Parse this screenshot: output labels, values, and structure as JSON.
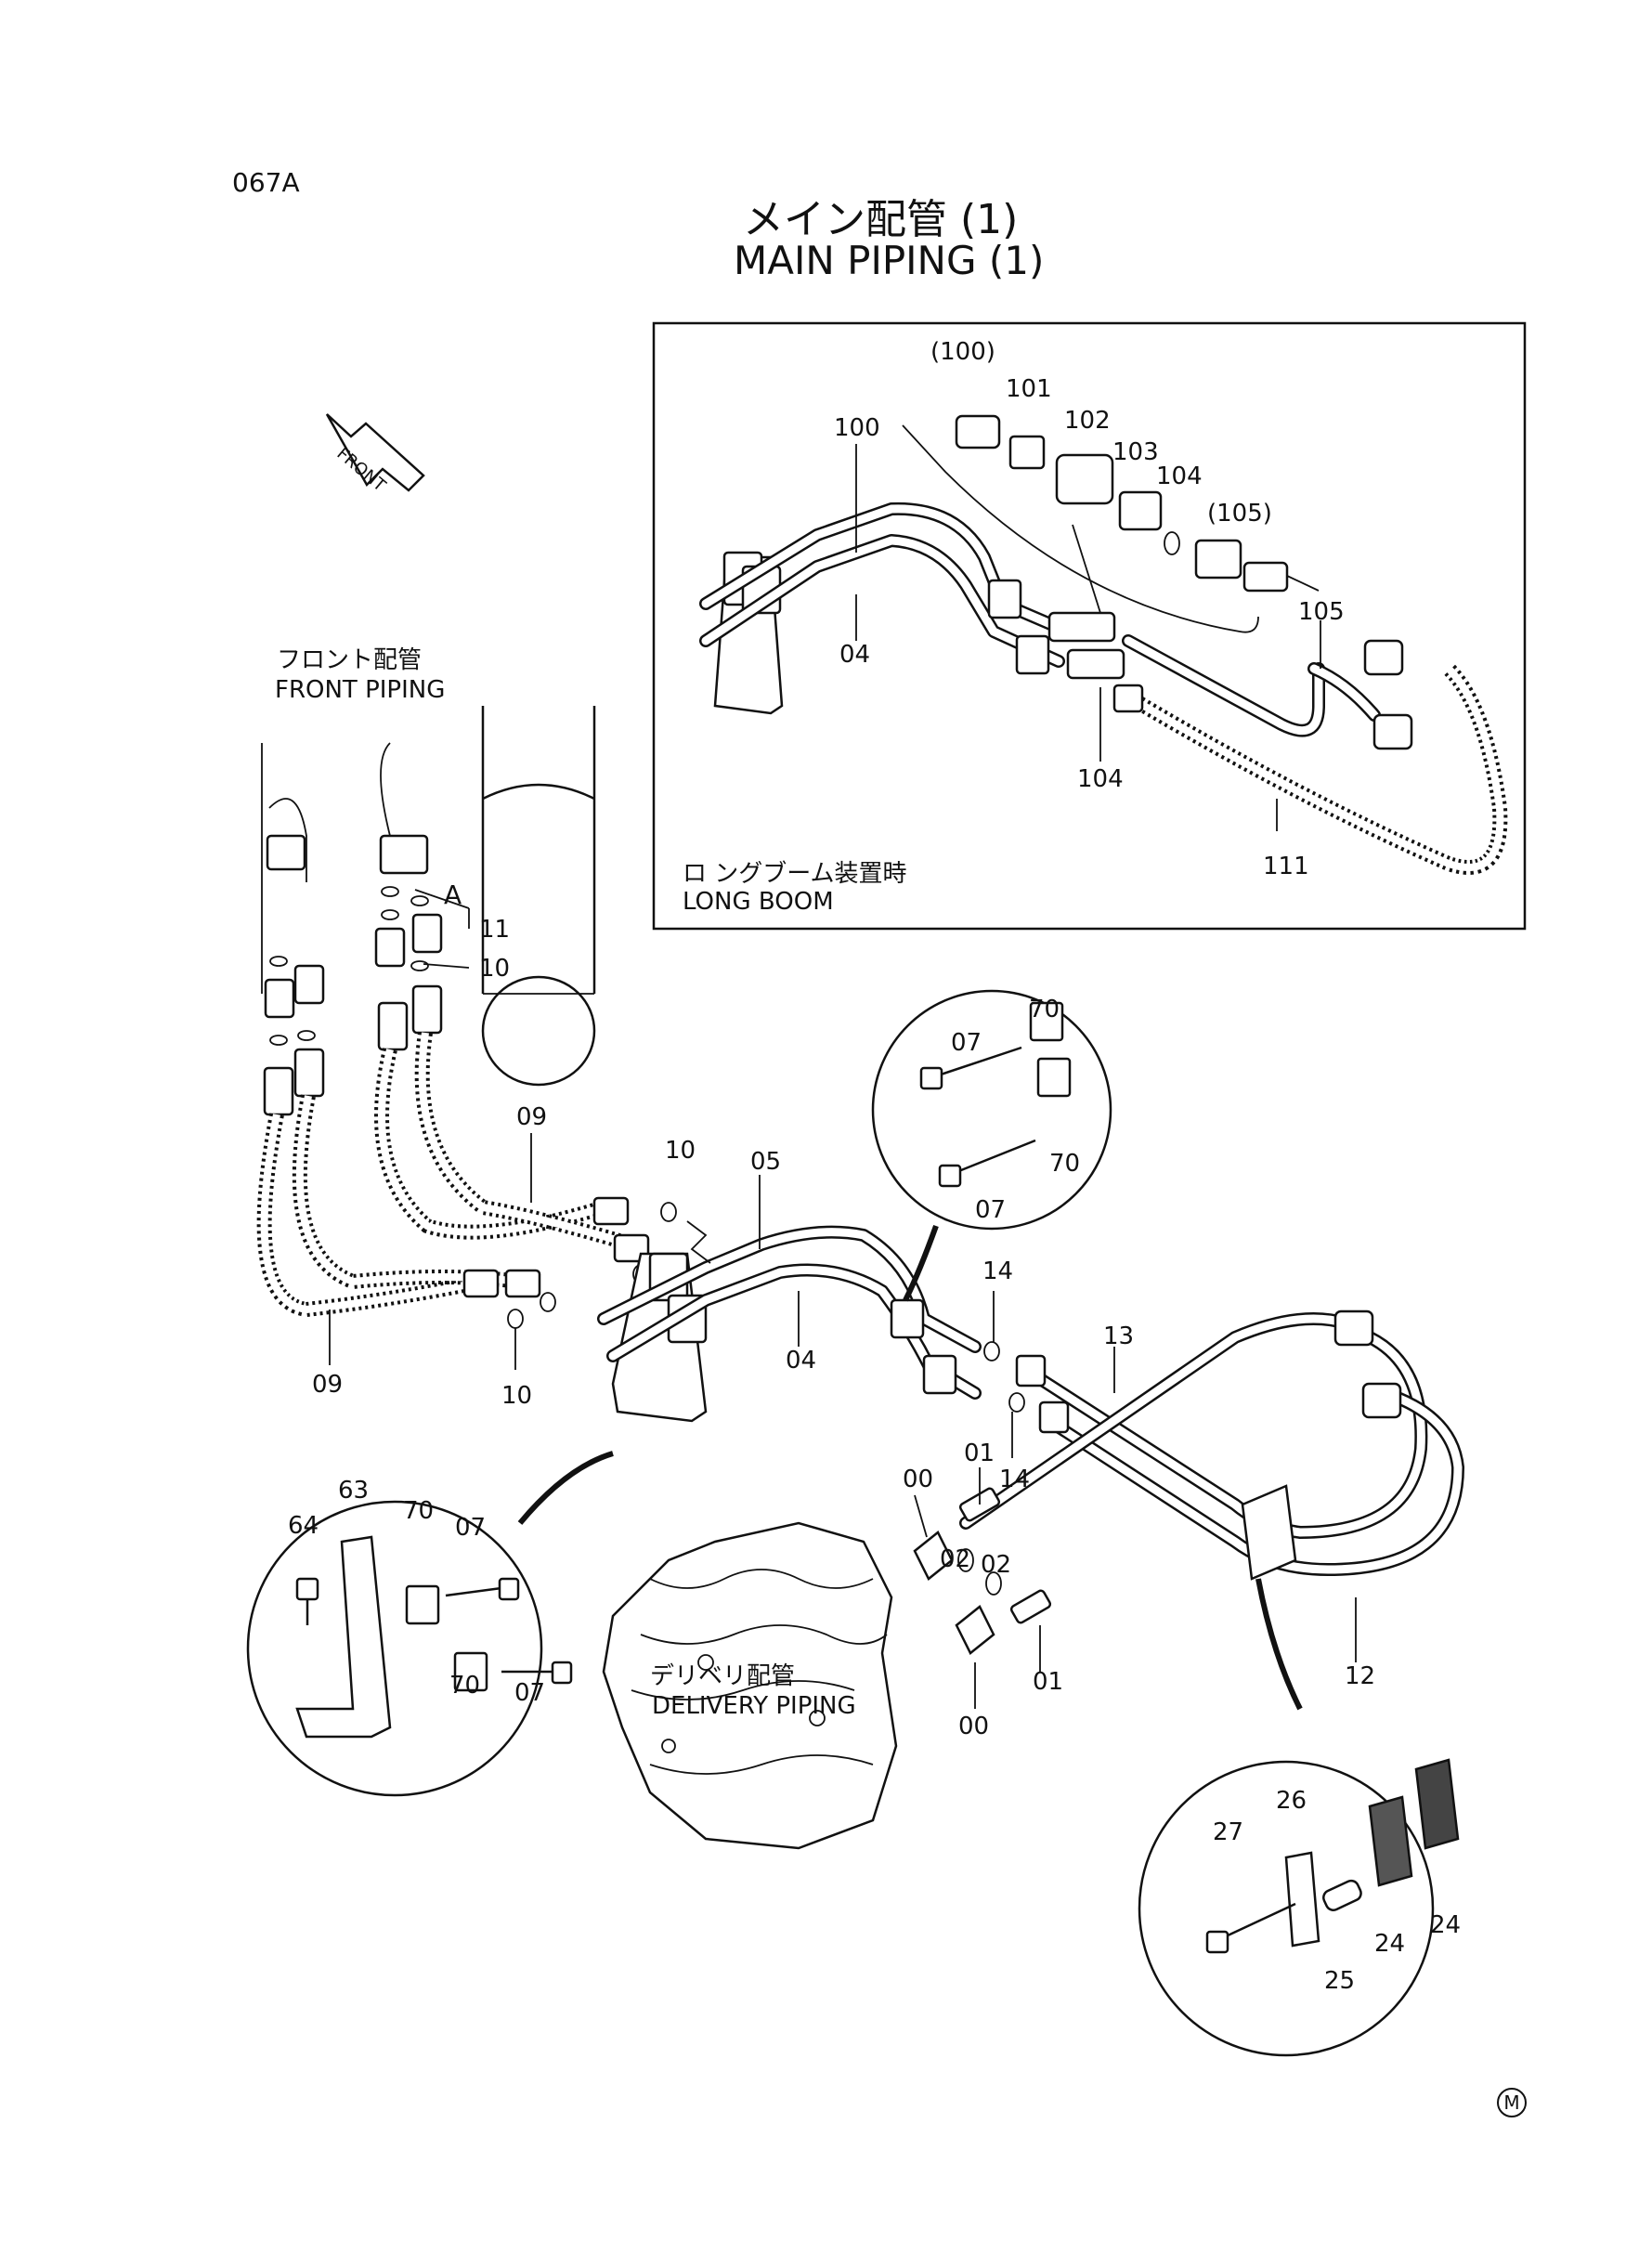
{
  "page": {
    "code": "067A",
    "title_jp": "メイン配管 (1)",
    "title_en": "MAIN PIPING (1)",
    "front_tag": "FRONT",
    "mark": "M"
  },
  "sections": {
    "front_jp": "フロント配管",
    "front_en": "FRONT PIPING",
    "delivery_jp": "デリベリ配管",
    "delivery_en": "DELIVERY PIPING",
    "longboom_jp": "ロ ングブーム装置時",
    "longboom_en": "LONG BOOM"
  },
  "parts": {
    "p00": "00",
    "p01": "01",
    "p02": "02",
    "p04": "04",
    "p05": "05",
    "p07": "07",
    "p09": "09",
    "p10": "10",
    "p11": "11",
    "p12": "12",
    "p13": "13",
    "p14": "14",
    "p24": "24",
    "p25": "25",
    "p26": "26",
    "p27": "27",
    "p63": "63",
    "p64": "64",
    "p70": "70",
    "p100": "100",
    "p100p": "(100)",
    "p101": "101",
    "p102": "102",
    "p103": "103",
    "p104": "104",
    "p105": "105",
    "p105p": "(105)",
    "p111": "111",
    "pA": "A"
  }
}
